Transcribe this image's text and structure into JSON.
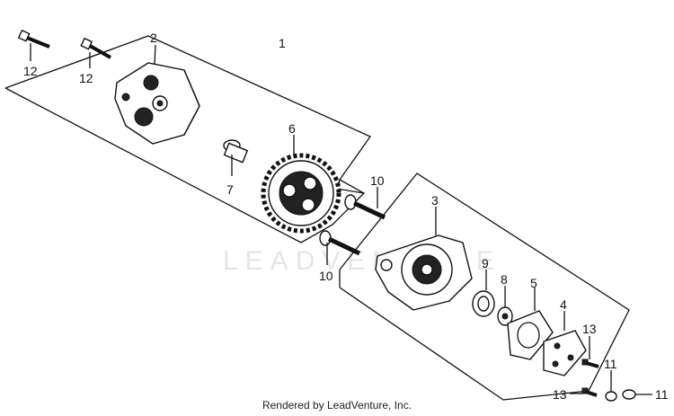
{
  "diagram": {
    "watermark": "LEADVENTURE",
    "footer": "Rendered by LeadVenture, Inc.",
    "callouts": {
      "c1": "1",
      "c2": "2",
      "c3": "3",
      "c4": "4",
      "c5": "5",
      "c6": "6",
      "c7": "7",
      "c8": "8",
      "c9": "9",
      "c10a": "10",
      "c10b": "10",
      "c11a": "11",
      "c11b": "11",
      "c12a": "12",
      "c12b": "12",
      "c13a": "13",
      "c13b": "13"
    },
    "colors": {
      "ink": "#111111",
      "watermark": "#e6e6e6",
      "background": "#ffffff"
    }
  }
}
